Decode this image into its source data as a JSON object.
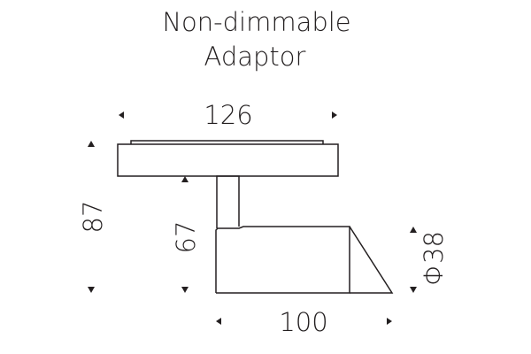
{
  "title": {
    "line1": "Non-dimmable",
    "line2": "Adaptor"
  },
  "dimensions": {
    "width_top": "126",
    "height_total": "87",
    "height_lower": "67",
    "diameter": "Φ38",
    "width_bottom": "100"
  },
  "colors": {
    "line": "#231f20"
  }
}
